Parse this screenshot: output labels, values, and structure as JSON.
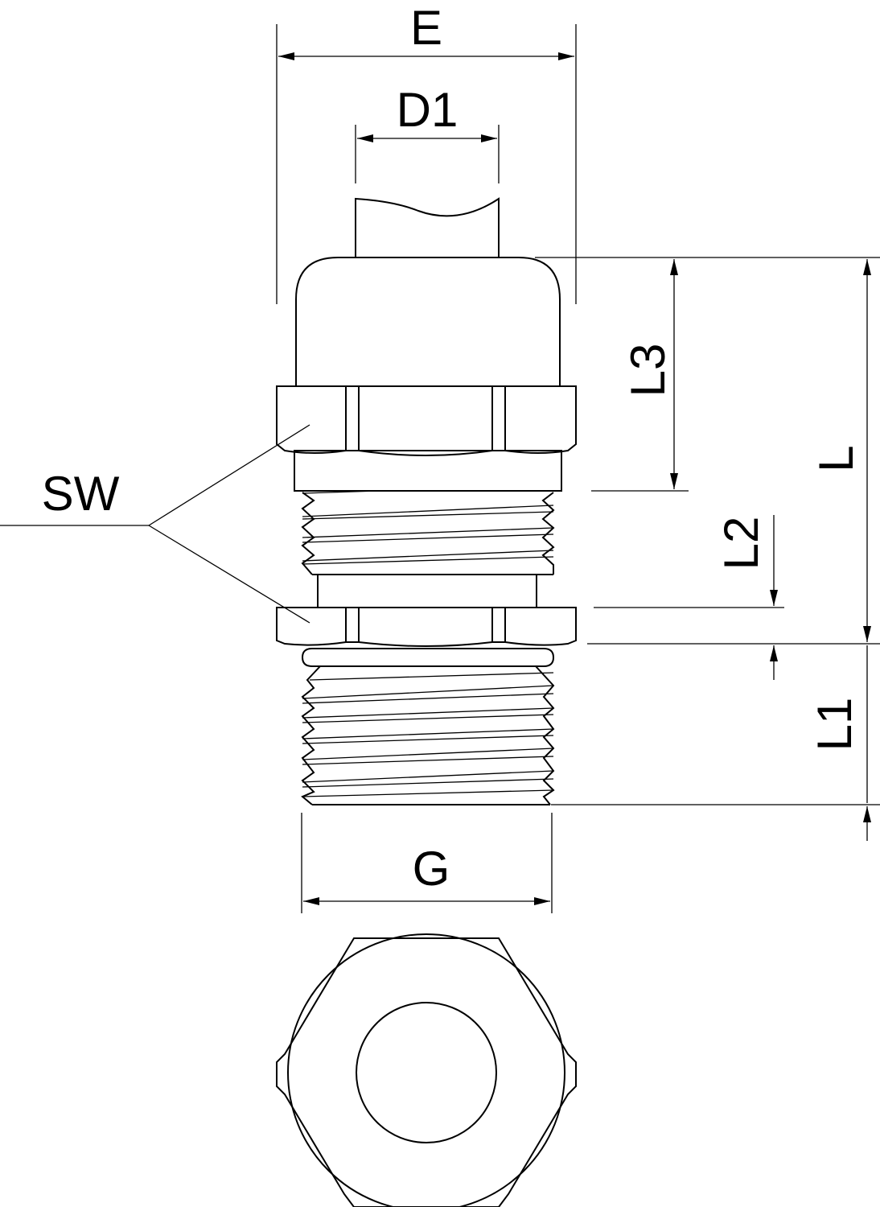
{
  "title": "Cable gland dimension drawing",
  "labels": {
    "E": "E",
    "D1": "D1",
    "L3": "L3",
    "L": "L",
    "L2": "L2",
    "L1": "L1",
    "SW": "SW",
    "G": "G"
  },
  "colors": {
    "line": "#000000",
    "background": "#ffffff"
  }
}
